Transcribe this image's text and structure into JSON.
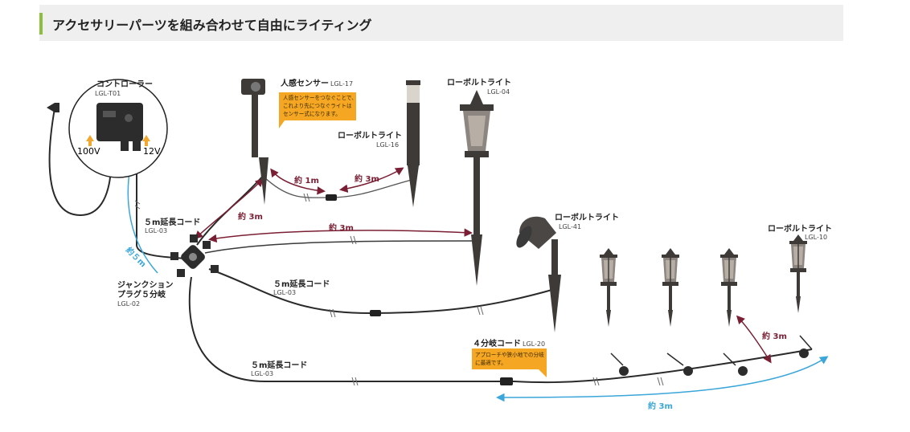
{
  "header": {
    "title": "アクセサリーパーツを組み合わせて自由にライティング"
  },
  "products": {
    "controller": {
      "name": "コントローラー",
      "code": "LGL-T01",
      "input": "100V",
      "output": "12V"
    },
    "sensor": {
      "name": "人感センサー",
      "code": "LGL-17",
      "note": [
        "人感センサーをつなぐことで、",
        "これより先につなぐライトは",
        "センサー式になります。"
      ]
    },
    "bollard16": {
      "name": "ローボルトライト",
      "code": "LGL-16"
    },
    "bollard04": {
      "name": "ローボルトライト",
      "code": "LGL-04"
    },
    "spot41": {
      "name": "ローボルトライト",
      "code": "LGL-41"
    },
    "bollard10": {
      "name": "ローボルトライト",
      "code": "LGL-10"
    },
    "ext1": {
      "name": "５m延長コード",
      "code": "LGL-03"
    },
    "ext2": {
      "name": "５m延長コード",
      "code": "LGL-03"
    },
    "ext3": {
      "name": "５m延長コード",
      "code": "LGL-03"
    },
    "junction": {
      "name_line1": "ジャンクション",
      "name_line2": "プラグ５分岐",
      "code": "LGL-02"
    },
    "split4": {
      "name": "４分岐コード",
      "code": "LGL-20",
      "note": [
        "アプローチや狭小地での分岐",
        "に最適です。"
      ]
    }
  },
  "distances": {
    "blue_5m": "約５m",
    "sensor_1m": "約 1m",
    "bollard16_3m": "約 3m",
    "sensor_3m": "約 3m",
    "bollard04_3m": "約 3m",
    "row_3m": "約 3m",
    "bottom_3m": "約 3m"
  },
  "colors": {
    "accent_green": "#8cbf3f",
    "distance_red": "#7a1f33",
    "distance_blue": "#3aa6d9",
    "note_orange": "#f5a623",
    "fixture": "#3d3a37",
    "cable": "#2a2a2a"
  }
}
